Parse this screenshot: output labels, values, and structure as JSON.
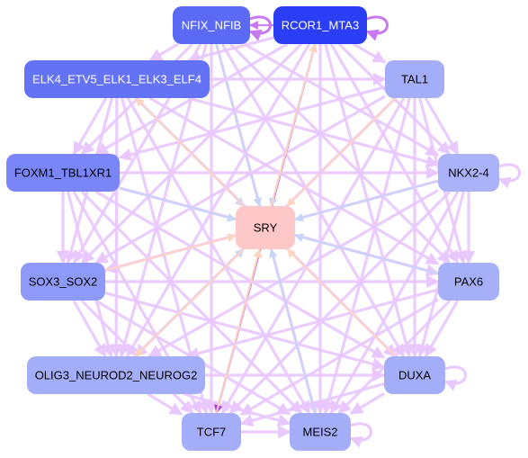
{
  "nodes": [
    {
      "id": "nfix_nfib",
      "label": "NFIX_NFIB",
      "fill": "#5a6af5",
      "text": "#ffffff"
    },
    {
      "id": "rcor1_mta3",
      "label": "RCOR1_MTA3",
      "fill": "#2b3ef5",
      "text": "#ffffff"
    },
    {
      "id": "elk4",
      "label": "ELK4_ETV5_ELK1_ELK3_ELF4",
      "fill": "#6473f6",
      "text": "#ffffff"
    },
    {
      "id": "tal1",
      "label": "TAL1",
      "fill": "#a4aef8",
      "text": "#000000"
    },
    {
      "id": "foxm1",
      "label": "FOXM1_TBL1XR1",
      "fill": "#7a86f7",
      "text": "#000000"
    },
    {
      "id": "nkx2_4",
      "label": "NKX2-4",
      "fill": "#aab3f9",
      "text": "#000000"
    },
    {
      "id": "sry",
      "label": "SRY",
      "fill": "#ffc8c8",
      "text": "#000000"
    },
    {
      "id": "sox3_sox2",
      "label": "SOX3_SOX2",
      "fill": "#8e99f8",
      "text": "#000000"
    },
    {
      "id": "pax6",
      "label": "PAX6",
      "fill": "#a6b0f9",
      "text": "#000000"
    },
    {
      "id": "olig3",
      "label": "OLIG3_NEUROD2_NEUROG2",
      "fill": "#a3adf8",
      "text": "#000000"
    },
    {
      "id": "duxa",
      "label": "DUXA",
      "fill": "#a3adf8",
      "text": "#000000"
    },
    {
      "id": "tcf7",
      "label": "TCF7",
      "fill": "#a3adf8",
      "text": "#000000"
    },
    {
      "id": "meis2",
      "label": "MEIS2",
      "fill": "#a3adf8",
      "text": "#000000"
    }
  ],
  "edges": [
    {
      "from": "nfix_nfib",
      "to": "elk4",
      "color": "#e8c8ff"
    },
    {
      "from": "nfix_nfib",
      "to": "foxm1",
      "color": "#e8c8ff"
    },
    {
      "from": "nfix_nfib",
      "to": "sox3_sox2",
      "color": "#e8c8ff"
    },
    {
      "from": "nfix_nfib",
      "to": "olig3",
      "color": "#e8c8ff"
    },
    {
      "from": "nfix_nfib",
      "to": "tcf7",
      "color": "#e8c8ff"
    },
    {
      "from": "nfix_nfib",
      "to": "meis2",
      "color": "#e8c8ff"
    },
    {
      "from": "nfix_nfib",
      "to": "duxa",
      "color": "#e8c8ff"
    },
    {
      "from": "nfix_nfib",
      "to": "pax6",
      "color": "#e8c8ff"
    },
    {
      "from": "nfix_nfib",
      "to": "nkx2_4",
      "color": "#e8c8ff"
    },
    {
      "from": "nfix_nfib",
      "to": "sry",
      "color": "#c8d4f8"
    },
    {
      "from": "rcor1_mta3",
      "to": "nfix_nfib",
      "color": "#c878f0"
    },
    {
      "from": "rcor1_mta3",
      "to": "elk4",
      "color": "#e8c8ff"
    },
    {
      "from": "rcor1_mta3",
      "to": "foxm1",
      "color": "#e8c8ff"
    },
    {
      "from": "rcor1_mta3",
      "to": "sox3_sox2",
      "color": "#e8c8ff"
    },
    {
      "from": "rcor1_mta3",
      "to": "olig3",
      "color": "#e8c8ff"
    },
    {
      "from": "rcor1_mta3",
      "to": "tcf7",
      "color": "#b040e0"
    },
    {
      "from": "rcor1_mta3",
      "to": "meis2",
      "color": "#e8c8ff"
    },
    {
      "from": "rcor1_mta3",
      "to": "duxa",
      "color": "#e8c8ff"
    },
    {
      "from": "rcor1_mta3",
      "to": "pax6",
      "color": "#e8c8ff"
    },
    {
      "from": "rcor1_mta3",
      "to": "nkx2_4",
      "color": "#e8c8ff"
    },
    {
      "from": "rcor1_mta3",
      "to": "tal1",
      "color": "#e8c8ff"
    },
    {
      "from": "rcor1_mta3",
      "to": "sry",
      "color": "#c8d4f8"
    },
    {
      "from": "elk4",
      "to": "tal1",
      "color": "#e8c8ff"
    },
    {
      "from": "elk4",
      "to": "nkx2_4",
      "color": "#e8c8ff"
    },
    {
      "from": "elk4",
      "to": "pax6",
      "color": "#e8c8ff"
    },
    {
      "from": "elk4",
      "to": "duxa",
      "color": "#e8c8ff"
    },
    {
      "from": "elk4",
      "to": "meis2",
      "color": "#e8c8ff"
    },
    {
      "from": "elk4",
      "to": "tcf7",
      "color": "#e8c8ff"
    },
    {
      "from": "elk4",
      "to": "olig3",
      "color": "#e8c8ff"
    },
    {
      "from": "elk4",
      "to": "sox3_sox2",
      "color": "#e8c8ff"
    },
    {
      "from": "elk4",
      "to": "foxm1",
      "color": "#e8c8ff"
    },
    {
      "from": "elk4",
      "to": "sry",
      "color": "#c8d4f8"
    },
    {
      "from": "tal1",
      "to": "foxm1",
      "color": "#e8c8ff"
    },
    {
      "from": "tal1",
      "to": "sox3_sox2",
      "color": "#e8c8ff"
    },
    {
      "from": "tal1",
      "to": "olig3",
      "color": "#e8c8ff"
    },
    {
      "from": "tal1",
      "to": "tcf7",
      "color": "#e8c8ff"
    },
    {
      "from": "tal1",
      "to": "meis2",
      "color": "#e8c8ff"
    },
    {
      "from": "tal1",
      "to": "duxa",
      "color": "#e8c8ff"
    },
    {
      "from": "tal1",
      "to": "pax6",
      "color": "#e8c8ff"
    },
    {
      "from": "tal1",
      "to": "nkx2_4",
      "color": "#e8c8ff"
    },
    {
      "from": "tal1",
      "to": "sry",
      "color": "#ffd4c0"
    },
    {
      "from": "foxm1",
      "to": "nkx2_4",
      "color": "#e8c8ff"
    },
    {
      "from": "foxm1",
      "to": "pax6",
      "color": "#e8c8ff"
    },
    {
      "from": "foxm1",
      "to": "duxa",
      "color": "#e8c8ff"
    },
    {
      "from": "foxm1",
      "to": "meis2",
      "color": "#e8c8ff"
    },
    {
      "from": "foxm1",
      "to": "tcf7",
      "color": "#e8c8ff"
    },
    {
      "from": "foxm1",
      "to": "olig3",
      "color": "#e8c8ff"
    },
    {
      "from": "foxm1",
      "to": "sox3_sox2",
      "color": "#e8c8ff"
    },
    {
      "from": "foxm1",
      "to": "sry",
      "color": "#c8d4f8"
    },
    {
      "from": "nkx2_4",
      "to": "sox3_sox2",
      "color": "#e8c8ff"
    },
    {
      "from": "nkx2_4",
      "to": "olig3",
      "color": "#e8c8ff"
    },
    {
      "from": "nkx2_4",
      "to": "tcf7",
      "color": "#e8c8ff"
    },
    {
      "from": "nkx2_4",
      "to": "meis2",
      "color": "#e8c8ff"
    },
    {
      "from": "nkx2_4",
      "to": "duxa",
      "color": "#e8c8ff"
    },
    {
      "from": "nkx2_4",
      "to": "pax6",
      "color": "#e8c8ff"
    },
    {
      "from": "nkx2_4",
      "to": "sry",
      "color": "#c8d4f8"
    },
    {
      "from": "sox3_sox2",
      "to": "pax6",
      "color": "#e8c8ff"
    },
    {
      "from": "sox3_sox2",
      "to": "duxa",
      "color": "#e8c8ff"
    },
    {
      "from": "sox3_sox2",
      "to": "meis2",
      "color": "#e8c8ff"
    },
    {
      "from": "sox3_sox2",
      "to": "tcf7",
      "color": "#e8c8ff"
    },
    {
      "from": "sox3_sox2",
      "to": "olig3",
      "color": "#e8c8ff"
    },
    {
      "from": "sox3_sox2",
      "to": "sry",
      "color": "#ffd4c0"
    },
    {
      "from": "pax6",
      "to": "olig3",
      "color": "#e8c8ff"
    },
    {
      "from": "pax6",
      "to": "tcf7",
      "color": "#e8c8ff"
    },
    {
      "from": "pax6",
      "to": "meis2",
      "color": "#e8c8ff"
    },
    {
      "from": "pax6",
      "to": "duxa",
      "color": "#e8c8ff"
    },
    {
      "from": "pax6",
      "to": "sry",
      "color": "#c8d4f8"
    },
    {
      "from": "olig3",
      "to": "duxa",
      "color": "#e8c8ff"
    },
    {
      "from": "olig3",
      "to": "meis2",
      "color": "#e8c8ff"
    },
    {
      "from": "olig3",
      "to": "tcf7",
      "color": "#e8c8ff"
    },
    {
      "from": "olig3",
      "to": "sry",
      "color": "#c8d4f8"
    },
    {
      "from": "duxa",
      "to": "meis2",
      "color": "#e8c8ff"
    },
    {
      "from": "duxa",
      "to": "tcf7",
      "color": "#e8c8ff"
    },
    {
      "from": "duxa",
      "to": "sry",
      "color": "#ffd4c0"
    },
    {
      "from": "tcf7",
      "to": "meis2",
      "color": "#e8c8ff"
    },
    {
      "from": "tcf7",
      "to": "sry",
      "color": "#ffd4c0"
    },
    {
      "from": "meis2",
      "to": "sry",
      "color": "#c8d4f8"
    },
    {
      "from": "sry",
      "to": "elk4",
      "color": "#ffd4c0"
    },
    {
      "from": "sry",
      "to": "olig3",
      "color": "#ffd4c0"
    },
    {
      "from": "sry",
      "to": "rcor1_mta3",
      "color": "#ffd4c0"
    }
  ],
  "self_loops": [
    {
      "node": "rcor1_mta3",
      "color": "#c878f0"
    },
    {
      "node": "nfix_nfib",
      "color": "#c878f0"
    },
    {
      "node": "nkx2_4",
      "color": "#e8c8ff"
    },
    {
      "node": "duxa",
      "color": "#e8c8ff"
    },
    {
      "node": "meis2",
      "color": "#e8c8ff"
    }
  ]
}
